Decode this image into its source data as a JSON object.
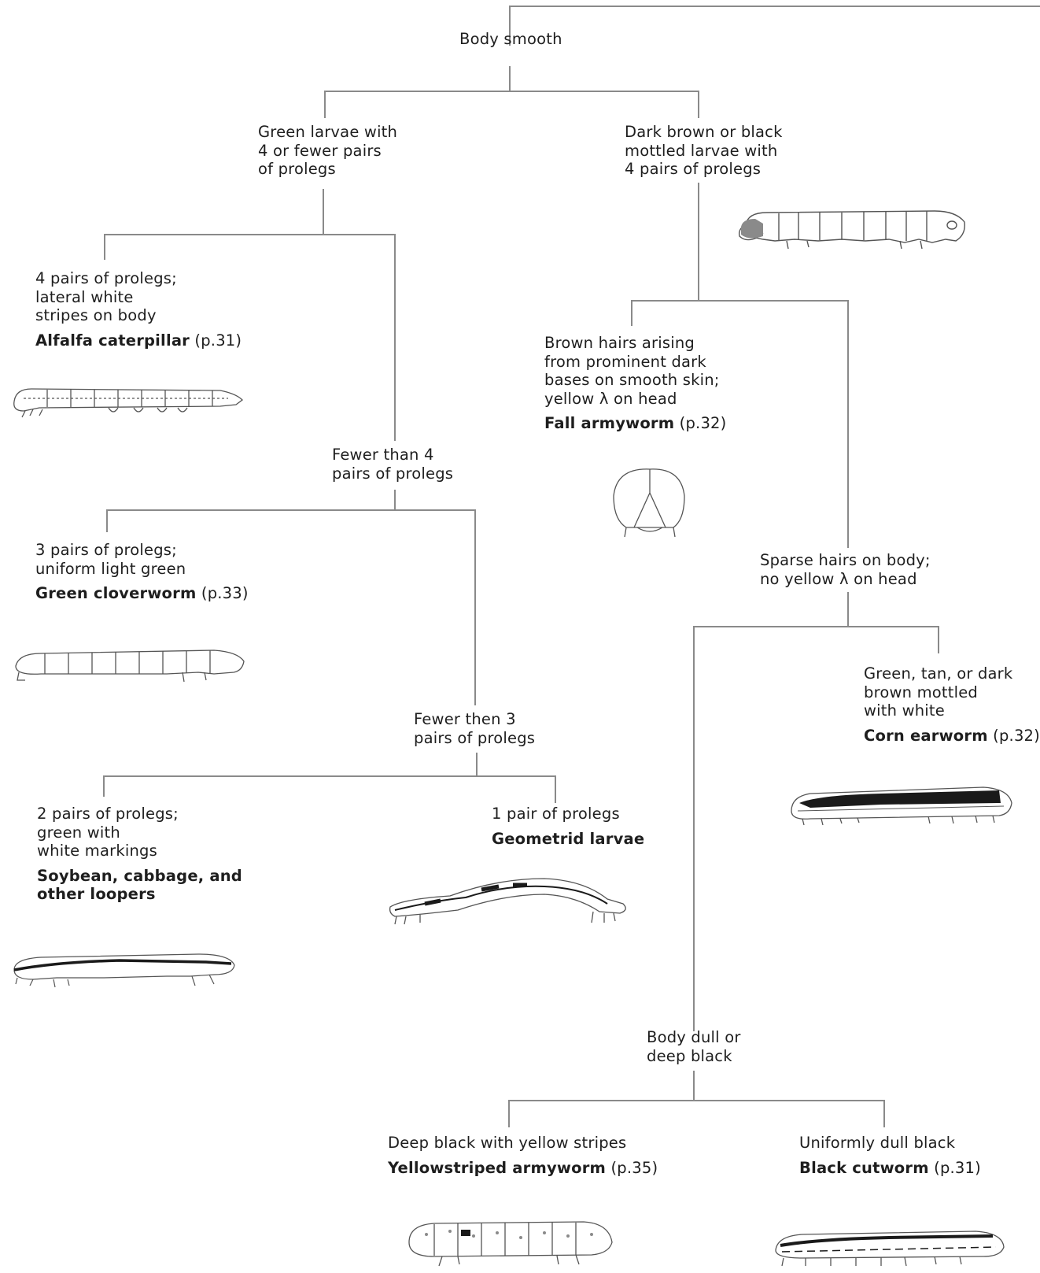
{
  "nodes": {
    "root": [
      "Body smooth"
    ],
    "green": [
      "Green larvae with",
      "4 or fewer pairs",
      "of prolegs"
    ],
    "dark": [
      "Dark brown or black",
      "mottled larvae with",
      "4 pairs of prolegs"
    ],
    "alfalfa": {
      "lines": [
        "4 pairs of prolegs;",
        "lateral white",
        "stripes on body"
      ],
      "name": "Alfalfa caterpillar",
      "page": "(p.31)"
    },
    "fewer4": [
      "Fewer than 4",
      "pairs of prolegs"
    ],
    "clover": {
      "lines": [
        "3 pairs of prolegs;",
        "uniform light green"
      ],
      "name": "Green cloverworm",
      "page": "(p.33)"
    },
    "fewer3": [
      "Fewer then 3",
      "pairs of prolegs"
    ],
    "loopers": {
      "lines": [
        "2 pairs of prolegs;",
        "green with",
        "white markings"
      ],
      "name1": "Soybean, cabbage, and",
      "name2": "other loopers"
    },
    "geometrid": {
      "lines": [
        "1 pair of prolegs"
      ],
      "name": "Geometrid larvae"
    },
    "fall": {
      "lines": [
        "Brown hairs arising",
        "from prominent dark",
        "bases on smooth skin;",
        "yellow λ on head"
      ],
      "name": "Fall armyworm",
      "page": "(p.32)"
    },
    "sparse": [
      "Sparse hairs on body;",
      "no yellow λ on head"
    ],
    "corn": {
      "lines": [
        "Green, tan, or dark",
        "brown mottled",
        "with white"
      ],
      "name": "Corn earworm",
      "page": "(p.32)"
    },
    "dull": [
      "Body dull or",
      "deep black"
    ],
    "yellowstriped": {
      "lines": [
        "Deep black with yellow stripes"
      ],
      "name": "Yellowstriped armyworm",
      "page": "(p.35)"
    },
    "cutworm": {
      "lines": [
        "Uniformly dull black"
      ],
      "name": "Black cutworm",
      "page": "(p.31)"
    }
  },
  "colors": {
    "line": "#8a8a8a",
    "text": "#1e1e1e",
    "ink": "#555555"
  },
  "icons": [
    "larva-dark-mottled",
    "larva-alfalfa-caterpillar",
    "larva-fall-armyworm-head",
    "larva-green-cloverworm",
    "larva-corn-earworm",
    "larva-looper",
    "larva-geometrid",
    "larva-yellowstriped-armyworm",
    "larva-black-cutworm"
  ]
}
